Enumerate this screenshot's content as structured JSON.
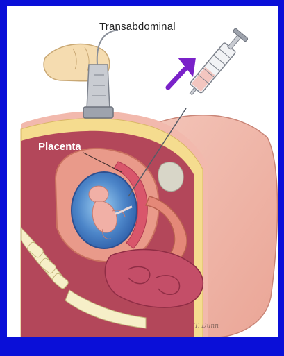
{
  "diagram": {
    "title": "Transabdominal",
    "labels": {
      "placenta": "Placenta"
    },
    "signature": "T. Dunn"
  },
  "colors": {
    "background_frame": "#0a0fd8",
    "panel": "#ffffff",
    "arrow": "#7a22c9",
    "skin": "#f2b9ad",
    "uterus": "#e99a8a",
    "fat": "#f5dc8f",
    "amniotic_fluid": "#4d86c9"
  },
  "icons": {
    "arrow": "up-right-arrow-icon",
    "syringe": "syringe-icon",
    "probe": "ultrasound-probe-icon",
    "hand": "hand-icon"
  }
}
